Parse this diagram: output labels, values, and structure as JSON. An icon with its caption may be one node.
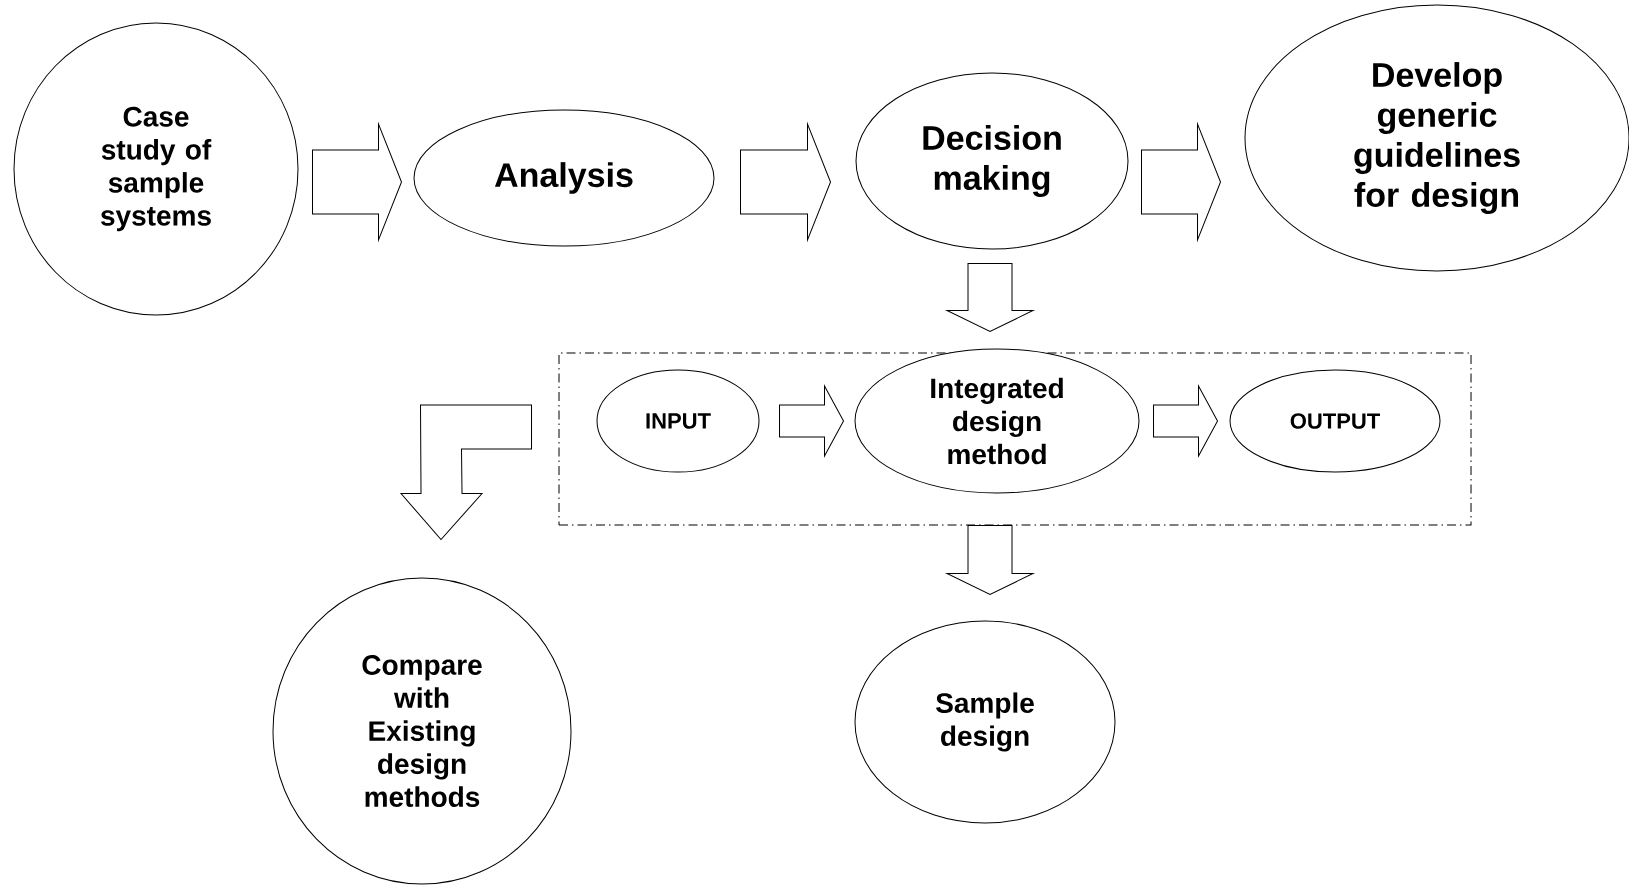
{
  "diagram": {
    "nodes": [
      {
        "text": [
          "Case study of sample systems"
        ]
      },
      {
        "text": [
          "Analysis"
        ]
      },
      {
        "text": [
          "Decision making"
        ]
      },
      {
        "text": [
          "Develop generic guidelines for design"
        ]
      },
      {
        "text": [],
        "shape": "box"
      },
      {
        "text": [
          "INPUT"
        ],
        "in": 4
      },
      {
        "text": [
          "Integrated design method"
        ],
        "in": 4
      },
      {
        "text": [
          "OUTPUT"
        ],
        "in": 4
      },
      {
        "text": [
          "Compare with Existing design methods"
        ]
      },
      {
        "text": [
          "Sample design"
        ]
      }
    ],
    "edges": [
      {
        "from": 0,
        "to": 1,
        "arrow": "to"
      },
      {
        "from": 1,
        "to": 2,
        "arrow": "to"
      },
      {
        "from": 2,
        "to": 3,
        "arrow": "to"
      },
      {
        "from": 2,
        "to": 4,
        "arrow": "to"
      },
      {
        "from": 5,
        "to": 6,
        "arrow": "to"
      },
      {
        "from": 6,
        "to": 7,
        "arrow": "to"
      },
      {
        "from": 4,
        "to": 9,
        "arrow": "to"
      },
      {
        "from": 4,
        "to": 8,
        "arrow": "to"
      }
    ]
  }
}
